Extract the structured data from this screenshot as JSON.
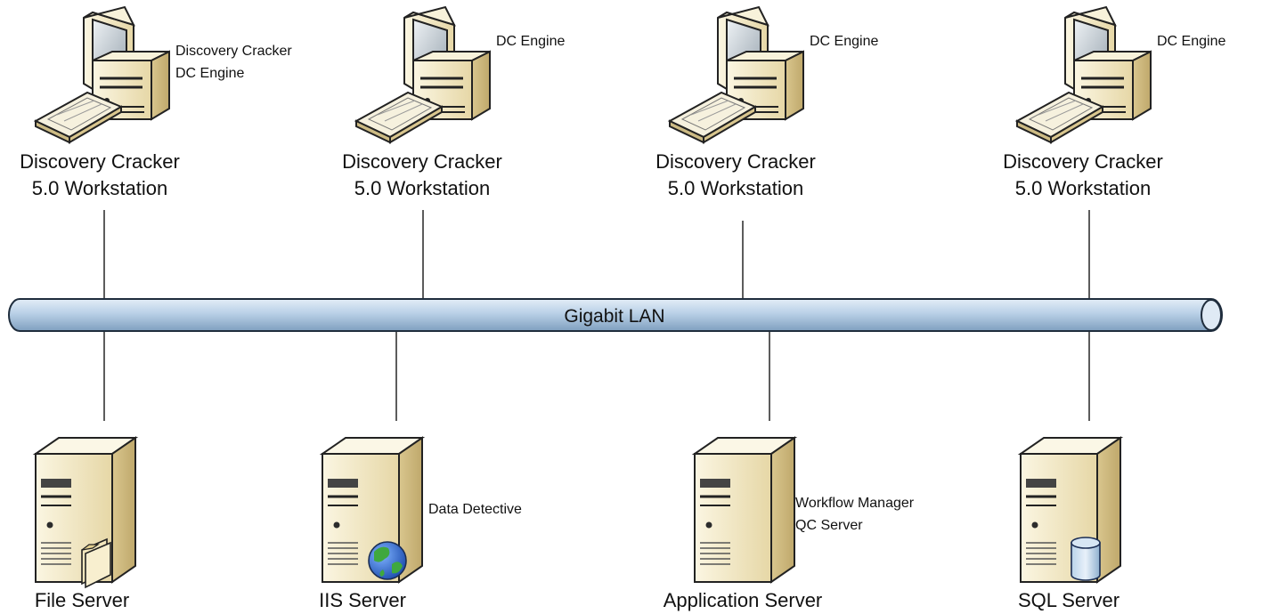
{
  "network": {
    "label": "Gigabit LAN"
  },
  "workstations": [
    {
      "name_line1": "Discovery Cracker",
      "name_line2": "5.0 Workstation",
      "note_line1": "Discovery Cracker",
      "note_line2": "DC Engine",
      "icon": "workstation-computer-icon"
    },
    {
      "name_line1": "Discovery Cracker",
      "name_line2": "5.0 Workstation",
      "note_line1": "DC Engine",
      "note_line2": "",
      "icon": "workstation-computer-icon"
    },
    {
      "name_line1": "Discovery Cracker",
      "name_line2": "5.0 Workstation",
      "note_line1": "DC Engine",
      "note_line2": "",
      "icon": "workstation-computer-icon"
    },
    {
      "name_line1": "Discovery Cracker",
      "name_line2": "5.0 Workstation",
      "note_line1": "DC Engine",
      "note_line2": "",
      "icon": "workstation-computer-icon"
    }
  ],
  "servers": [
    {
      "name": "File Server",
      "note_line1": "",
      "note_line2": "",
      "icon": "folder-icon"
    },
    {
      "name": "IIS Server",
      "note_line1": "Data Detective",
      "note_line2": "",
      "icon": "globe-icon"
    },
    {
      "name": "Application Server",
      "note_line1": "Workflow Manager",
      "note_line2": "QC Server",
      "icon": "none"
    },
    {
      "name": "SQL Server",
      "note_line1": "",
      "note_line2": "",
      "icon": "database-icon"
    }
  ],
  "colors": {
    "pipe_fill": "#b8cfe6",
    "pipe_stroke": "#1f2d3d",
    "case_fill": "#f1e6c2",
    "connector": "#333333"
  }
}
